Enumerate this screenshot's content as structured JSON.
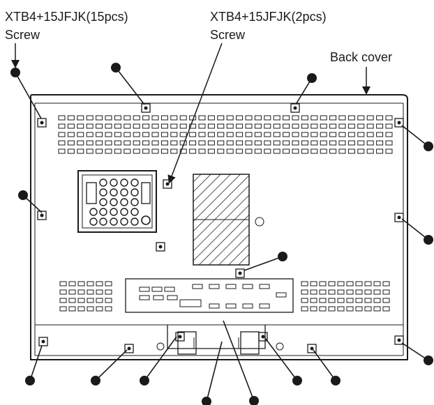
{
  "labels": {
    "screw15_part": "XTB4+15JFJK(15pcs)",
    "screw15_name": "Screw",
    "screw2_part": "XTB4+15JFJK(2pcs)",
    "screw2_name": "Screw",
    "back_cover": "Back cover"
  },
  "colors": {
    "ink": "#1a1a1a",
    "background": "#ffffff"
  }
}
